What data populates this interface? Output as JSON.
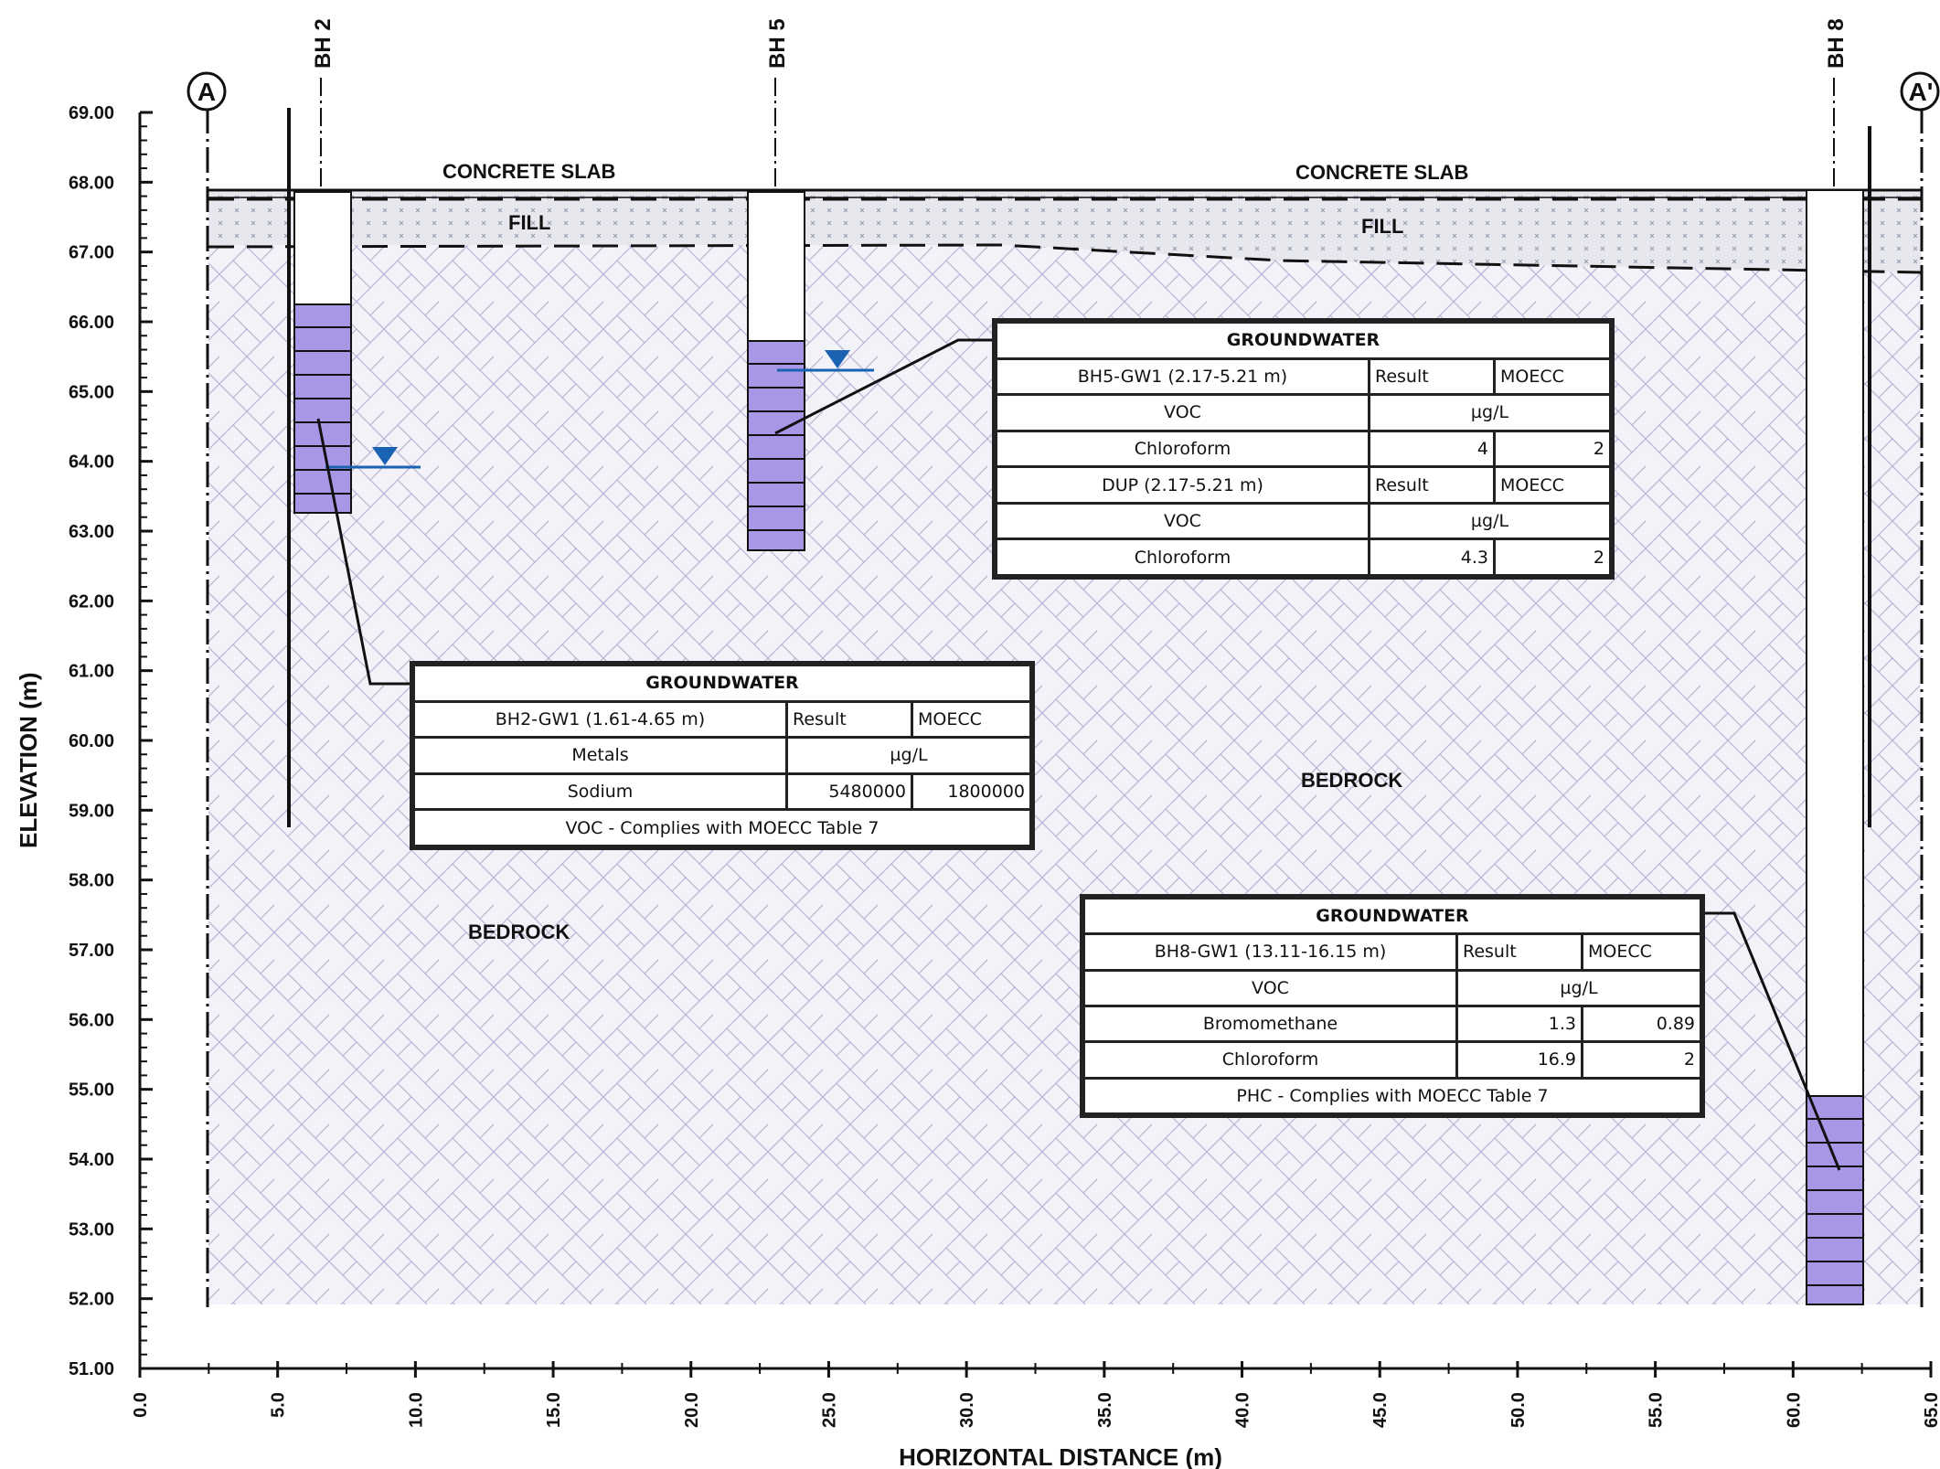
{
  "section": {
    "marker_left": "A",
    "marker_right": "A'",
    "borehole_labels": [
      "BH 2",
      "BH 5",
      "BH 8"
    ],
    "surface_labels": [
      "CONCRETE SLAB",
      "CONCRETE SLAB"
    ],
    "fill_labels": [
      "FILL",
      "FILL"
    ],
    "bedrock_labels": [
      "BEDROCK",
      "BEDROCK"
    ],
    "colors": {
      "screen": "#a896e6",
      "water_table": "#1a63b3",
      "text_results": "#7a5bb5",
      "text_note": "#1a63b3"
    }
  },
  "chart_data": {
    "type": "cross-section",
    "xlabel": "HORIZONTAL DISTANCE (m)",
    "ylabel": "ELEVATION (m)",
    "xlim": [
      0,
      65
    ],
    "ylim": [
      51,
      69
    ],
    "x_ticks": [
      "0.0",
      "5.0",
      "10.0",
      "15.0",
      "20.0",
      "25.0",
      "30.0",
      "35.0",
      "40.0",
      "45.0",
      "50.0",
      "55.0",
      "60.0",
      "65.0"
    ],
    "y_ticks": [
      "69.00",
      "68.00",
      "67.00",
      "66.00",
      "65.00",
      "64.00",
      "63.00",
      "62.00",
      "61.00",
      "60.00",
      "59.00",
      "58.00",
      "57.00",
      "56.00",
      "55.00",
      "54.00",
      "53.00",
      "52.00",
      "51.00"
    ],
    "boreholes": [
      {
        "name": "BH 2",
        "x": 6.6,
        "ground": 67.85,
        "screen_top": 66.2,
        "screen_bottom": 63.2,
        "bottom": 63.2,
        "water_level": 63.85
      },
      {
        "name": "BH 5",
        "x": 23.0,
        "ground": 67.85,
        "screen_top": 65.65,
        "screen_bottom": 62.65,
        "bottom": 62.65,
        "water_level": 65.25
      },
      {
        "name": "BH 8",
        "x": 61.5,
        "ground": 67.8,
        "screen_top": 54.75,
        "screen_bottom": 51.75,
        "bottom": 51.75,
        "water_level": null
      }
    ]
  },
  "tables": {
    "bh5": {
      "title": "GROUNDWATER",
      "rows": [
        {
          "sample": "BH5-GW1 (2.17-5.21 m)",
          "h1": "Result",
          "h2": "MOECC"
        },
        {
          "group": "VOC",
          "unit": "µg/L"
        },
        {
          "param": "Chloroform",
          "result": "4",
          "std": "2"
        },
        {
          "sample": "DUP (2.17-5.21 m)",
          "h1": "Result",
          "h2": "MOECC"
        },
        {
          "group": "VOC",
          "unit": "µg/L"
        },
        {
          "param": "Chloroform",
          "result": "4.3",
          "std": "2"
        }
      ]
    },
    "bh2": {
      "title": "GROUNDWATER",
      "sample": "BH2-GW1 (1.61-4.65 m)",
      "h1": "Result",
      "h2": "MOECC",
      "group": "Metals",
      "unit": "µg/L",
      "param": "Sodium",
      "result": "5480000",
      "std": "1800000",
      "note": "VOC - Complies with MOECC Table 7"
    },
    "bh8": {
      "title": "GROUNDWATER",
      "sample": "BH8-GW1 (13.11-16.15 m)",
      "h1": "Result",
      "h2": "MOECC",
      "group": "VOC",
      "unit": "µg/L",
      "rows": [
        {
          "param": "Bromomethane",
          "result": "1.3",
          "std": "0.89"
        },
        {
          "param": "Chloroform",
          "result": "16.9",
          "std": "2"
        }
      ],
      "note": "PHC - Complies with MOECC Table 7"
    }
  }
}
